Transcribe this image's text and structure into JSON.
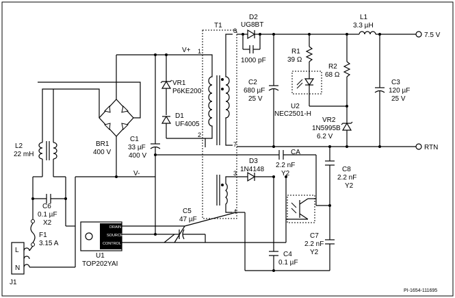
{
  "t1": {
    "name": "T1",
    "pins": [
      "8",
      "1",
      "2",
      "7",
      "3",
      "4"
    ]
  },
  "d2": {
    "name": "D2",
    "part": "UG8BT"
  },
  "cd2": {
    "value": "1000 pF"
  },
  "l1": {
    "name": "L1",
    "value": "3.3 µH"
  },
  "out": {
    "pos": "7.5 V",
    "rtn": "RTN"
  },
  "vplus": "V+",
  "vminus": "V-",
  "vr1": {
    "name": "VR1",
    "part": "P6KE200"
  },
  "d1": {
    "name": "D1",
    "part": "UF4005"
  },
  "r1": {
    "name": "R1",
    "value": "39 Ω"
  },
  "r2": {
    "name": "R2",
    "value": "68 Ω"
  },
  "c2": {
    "name": "C2",
    "value": "680 µF",
    "volt": "25 V"
  },
  "c3": {
    "name": "C3",
    "value": "120 µF",
    "volt": "25 V"
  },
  "u2": {
    "name": "U2",
    "part": "NEC2501-H"
  },
  "vr2": {
    "name": "VR2",
    "part": "1N5995B",
    "volt": "6.2 V"
  },
  "l2": {
    "name": "L2",
    "value": "22 mH"
  },
  "br1": {
    "name": "BR1",
    "volt": "400 V"
  },
  "c1": {
    "name": "C1",
    "value": "33 µF",
    "volt": "400 V"
  },
  "d3": {
    "name": "D3",
    "part": "1N4148"
  },
  "ca": {
    "name": "CA",
    "value": "2.2 nF",
    "type": "Y2"
  },
  "c8": {
    "name": "C8",
    "value": "2.2 nF",
    "type": "Y2"
  },
  "c6": {
    "name": "C6",
    "value": "0.1 µF",
    "type": "X2"
  },
  "f1": {
    "name": "F1",
    "value": "3.15 A"
  },
  "c5": {
    "name": "C5",
    "value": "47 µF"
  },
  "c7": {
    "name": "C7",
    "value": "2.2 nF",
    "type": "Y2"
  },
  "c4": {
    "name": "C4",
    "value": "0.1 µF"
  },
  "u1": {
    "name": "U1",
    "part": "TOP202YAI",
    "pins": [
      "DRAIN",
      "SOURCE",
      "CONTROL"
    ]
  },
  "j1": {
    "name": "J1",
    "pins": [
      "L",
      "N"
    ]
  },
  "figure_id": "PI-1654-111695"
}
